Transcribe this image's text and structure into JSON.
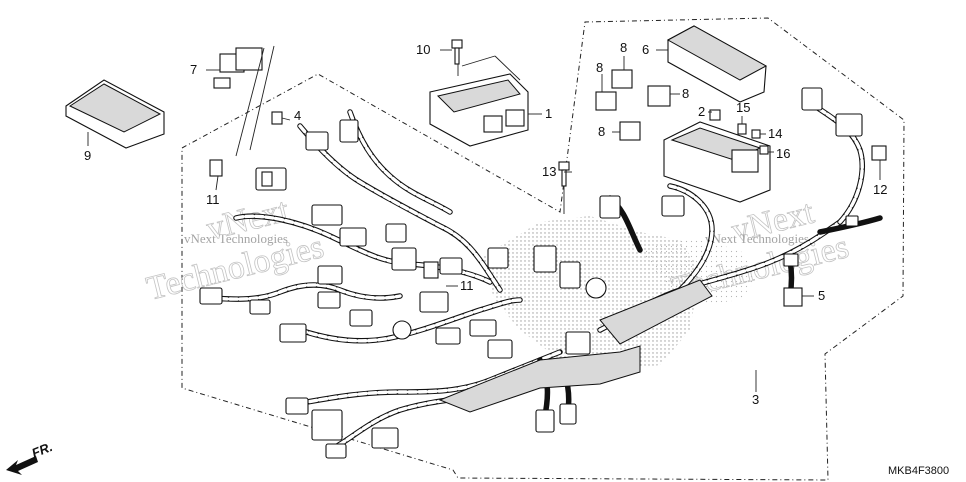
{
  "diagram": {
    "diagram_code": "MKB4F3800",
    "front_arrow_label": "FR.",
    "watermark": {
      "line1": "vNext",
      "line2": "Technologies",
      "small": "vNext Technologies"
    },
    "callouts": [
      "1",
      "2",
      "3",
      "4",
      "5",
      "6",
      "7",
      "8",
      "8",
      "8",
      "8",
      "9",
      "10",
      "11",
      "11",
      "12",
      "13",
      "14",
      "15",
      "16"
    ]
  },
  "colors": {
    "ink": "#111111",
    "watermark": "#bdbdbd",
    "dots": "#9a9a9a"
  }
}
